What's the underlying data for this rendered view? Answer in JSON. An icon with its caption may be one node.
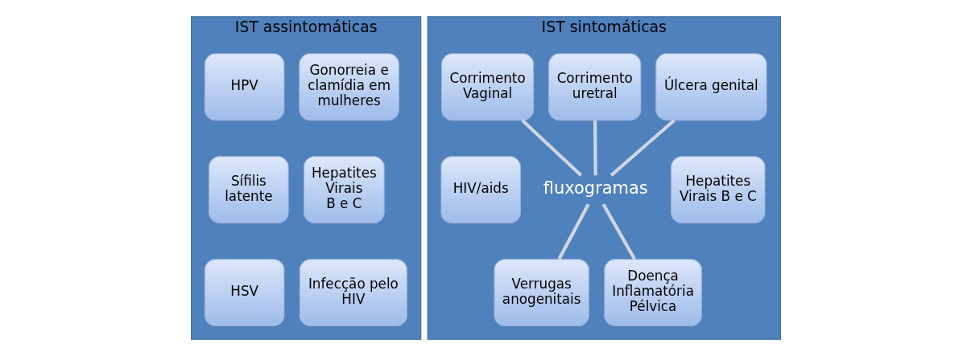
{
  "diagram": {
    "nodes": [
      {
        "text": [
          "IST assintomáticas"
        ]
      },
      {
        "text": [
          "HPV"
        ],
        "in": 0
      },
      {
        "text": [
          "Gonorreia e clamídia em mulheres"
        ],
        "in": 0
      },
      {
        "text": [
          "Sífilis latente"
        ],
        "in": 0
      },
      {
        "text": [
          "Hepatites Virais",
          "B e C"
        ],
        "in": 0
      },
      {
        "text": [
          "HSV"
        ],
        "in": 0
      },
      {
        "text": [
          "Infecção pelo HIV"
        ],
        "in": 0
      },
      {
        "text": [
          "IST sintomáticas"
        ]
      },
      {
        "text": [
          "Corrimento Vaginal"
        ],
        "in": 7
      },
      {
        "text": [
          "Corrimento uretral"
        ],
        "in": 7
      },
      {
        "text": [
          "Úlcera genital"
        ],
        "in": 7
      },
      {
        "text": [
          "HIV/aids"
        ],
        "in": 7
      },
      {
        "text": [
          "fluxogramas"
        ],
        "in": 7
      },
      {
        "text": [
          "Hepatites Virais B e C"
        ],
        "in": 7
      },
      {
        "text": [
          "Verrugas anogenitais"
        ],
        "in": 7
      },
      {
        "text": [
          "Doença Inflamatória Pélvica"
        ],
        "in": 7
      }
    ],
    "edges": [
      {
        "from": 12,
        "to": 8,
        "arrow": "none"
      },
      {
        "from": 12,
        "to": 9,
        "arrow": "none"
      },
      {
        "from": 12,
        "to": 10,
        "arrow": "none"
      },
      {
        "from": 12,
        "to": 14,
        "arrow": "none"
      },
      {
        "from": 12,
        "to": 15,
        "arrow": "none"
      }
    ]
  }
}
